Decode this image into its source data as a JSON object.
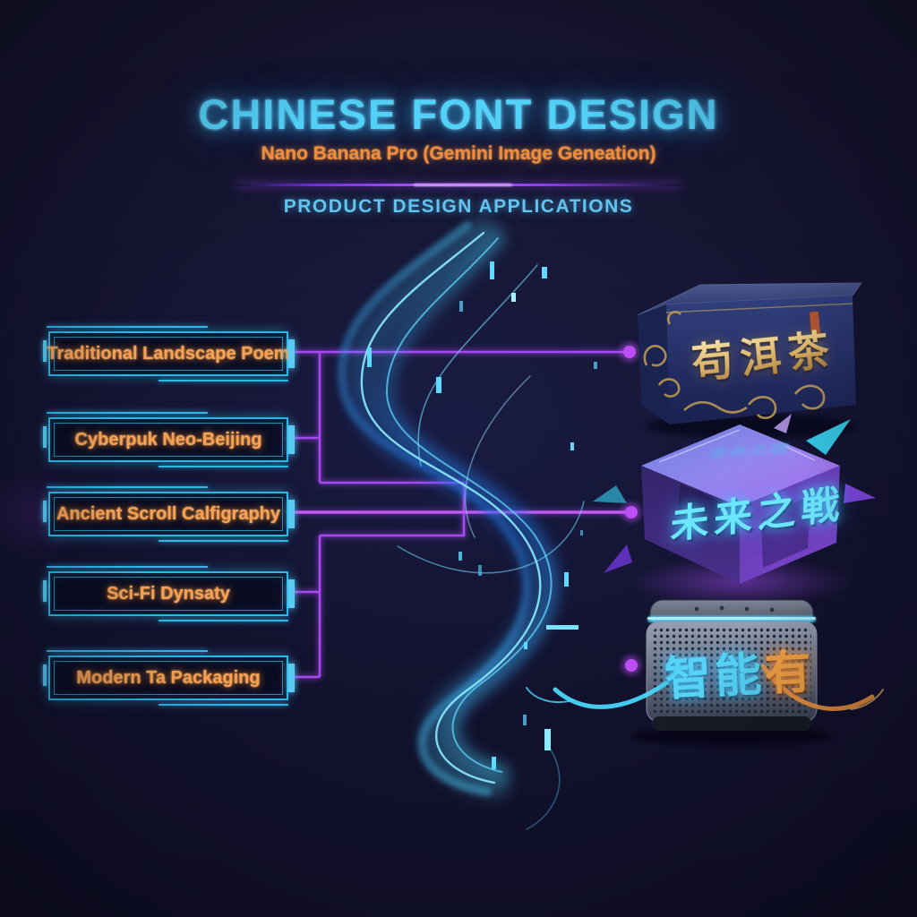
{
  "header": {
    "title": "CHINESE FONT DESIGN",
    "subtitle": "Nano Banana Pro (Gemini Image Geneation)",
    "section_label": "PRODUCT DESIGN APPLICATIONS"
  },
  "categories": [
    {
      "label": "Traditional Landscape Poem"
    },
    {
      "label": "Cyberpuk Neo-Beijing"
    },
    {
      "label": "Ancient Scroll Calfigraphy"
    },
    {
      "label": "Sci-Fi Dynsaty"
    },
    {
      "label": "Modern Ta Packaging"
    }
  ],
  "products": [
    {
      "name": "tea-caddy-tin",
      "calligraphy": "苟洱茶"
    },
    {
      "name": "holographic-cube",
      "calligraphy": "未来之戦"
    },
    {
      "name": "smart-speaker",
      "calligraphy_primary": "智能",
      "calligraphy_accent": "有"
    }
  ],
  "colors": {
    "background": "#141331",
    "title_cyan": "#52d2f8",
    "subtitle_orange": "#f08c3a",
    "section_cyan": "#62c4ef",
    "node_border_cyan": "#2fb7e8",
    "node_text_orange": "#f9a152",
    "connector_purple": "#b04df2",
    "stream_blue": "#2f9fe8",
    "tin_gold": "#d9b066",
    "cube_text_cyan": "#6ce6ff",
    "speaker_accent_orange": "#f5953f"
  }
}
